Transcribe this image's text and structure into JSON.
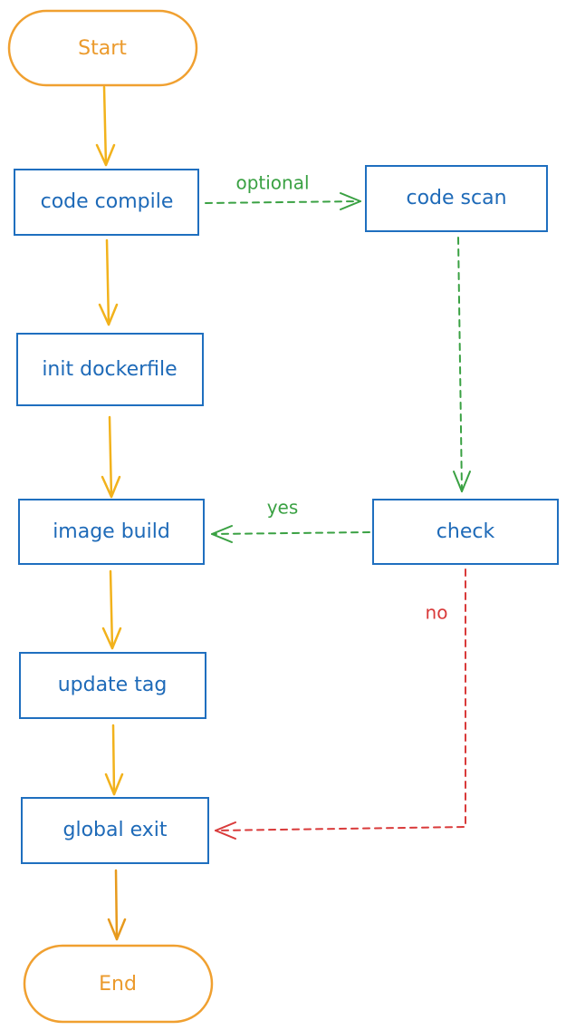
{
  "colors": {
    "terminal": "#f0a030",
    "terminal_text": "#eb9a2c",
    "process": "#1f6fbf",
    "process_text": "#1e6ab8",
    "main_flow": "#f2b21c",
    "main_flow_end": "#e79a1d",
    "optional_flow": "#3aa143",
    "fail_flow": "#d93a3a"
  },
  "nodes": {
    "start": {
      "label": "Start",
      "shape": "terminal"
    },
    "code_compile": {
      "label": "code compile",
      "shape": "process"
    },
    "code_scan": {
      "label": "code scan",
      "shape": "process"
    },
    "init_dockerfile": {
      "label": "init dockerfile",
      "shape": "process"
    },
    "image_build": {
      "label": "image build",
      "shape": "process"
    },
    "check": {
      "label": "check",
      "shape": "process"
    },
    "update_tag": {
      "label": "update tag",
      "shape": "process"
    },
    "global_exit": {
      "label": "global exit",
      "shape": "process"
    },
    "end": {
      "label": "End",
      "shape": "terminal"
    }
  },
  "edges": {
    "start_to_compile": {
      "from": "Start",
      "to": "code compile",
      "style": "solid"
    },
    "compile_to_scan": {
      "from": "code compile",
      "to": "code scan",
      "style": "dashed",
      "label": "optional"
    },
    "compile_to_init": {
      "from": "code compile",
      "to": "init dockerfile",
      "style": "solid"
    },
    "scan_to_check": {
      "from": "code scan",
      "to": "check",
      "style": "dashed"
    },
    "init_to_build": {
      "from": "init dockerfile",
      "to": "image build",
      "style": "solid"
    },
    "check_to_build": {
      "from": "check",
      "to": "image build",
      "style": "dashed",
      "label": "yes"
    },
    "build_to_update": {
      "from": "image build",
      "to": "update tag",
      "style": "solid"
    },
    "check_to_exit": {
      "from": "check",
      "to": "global exit",
      "style": "dashed",
      "label": "no"
    },
    "update_to_exit": {
      "from": "update tag",
      "to": "global exit",
      "style": "solid"
    },
    "exit_to_end": {
      "from": "global exit",
      "to": "End",
      "style": "solid"
    }
  }
}
